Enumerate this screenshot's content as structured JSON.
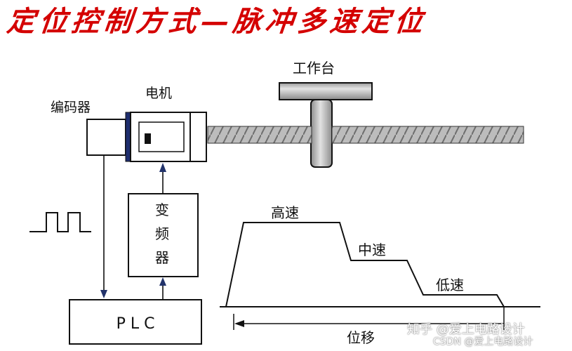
{
  "title": "定位控制方式—脉冲多速定位",
  "labels": {
    "worktable": "工作台",
    "encoder": "编码器",
    "motor": "电机",
    "inverter_1": "变",
    "inverter_2": "频",
    "inverter_3": "器",
    "plc": "P L C",
    "high_speed": "高速",
    "mid_speed": "中速",
    "low_speed": "低速",
    "displacement": "位移"
  },
  "watermarks": {
    "zhihu": "知乎 @爱上电路设计",
    "csdn": "CSDN @爱上电路设计"
  },
  "colors": {
    "title": "#d40000",
    "line": "#111111",
    "arrow": "#22336b",
    "screw": "#b5b5b5",
    "table": "#bdbdbd"
  }
}
